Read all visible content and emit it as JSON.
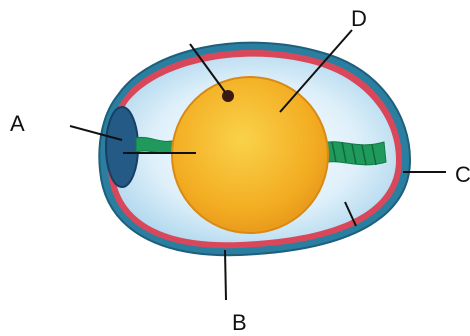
{
  "labels": {
    "a": "A",
    "b": "B",
    "c": "C",
    "d": "D"
  },
  "colors": {
    "outer_shell": "#2a7fa0",
    "membrane": "#d9485a",
    "albumen": "#cfe6f4",
    "yolk": "#f3ad22",
    "yolk_highlight": "#f7c83a",
    "air_cell": "#245a86",
    "chalaza": "#1f9a5c",
    "germinal_disc": "#3a1a12",
    "leader_line": "#111111"
  }
}
